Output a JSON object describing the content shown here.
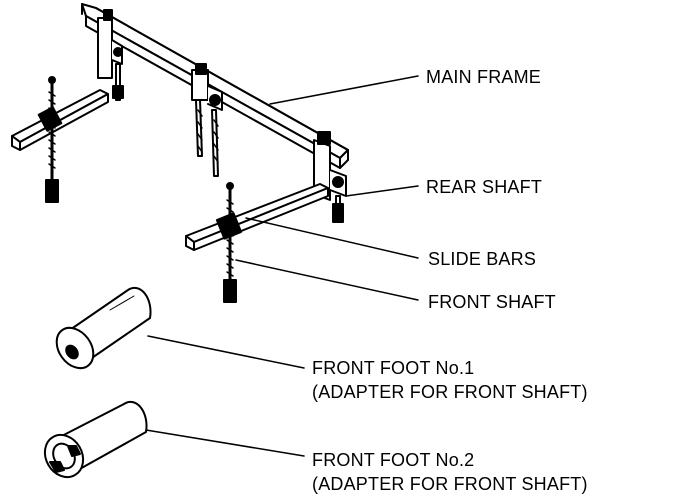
{
  "labels": {
    "main_frame": "MAIN FRAME",
    "rear_shaft": "REAR SHAFT",
    "slide_bars": "SLIDE BARS",
    "front_shaft": "FRONT SHAFT",
    "front_foot_1": "FRONT FOOT No.1",
    "front_foot_1_note": "(ADAPTER FOR FRONT SHAFT)",
    "front_foot_2": "FRONT FOOT No.2",
    "front_foot_2_note": "(ADAPTER FOR FRONT SHAFT)"
  },
  "colors": {
    "ink": "#000000",
    "paper": "#ffffff"
  }
}
